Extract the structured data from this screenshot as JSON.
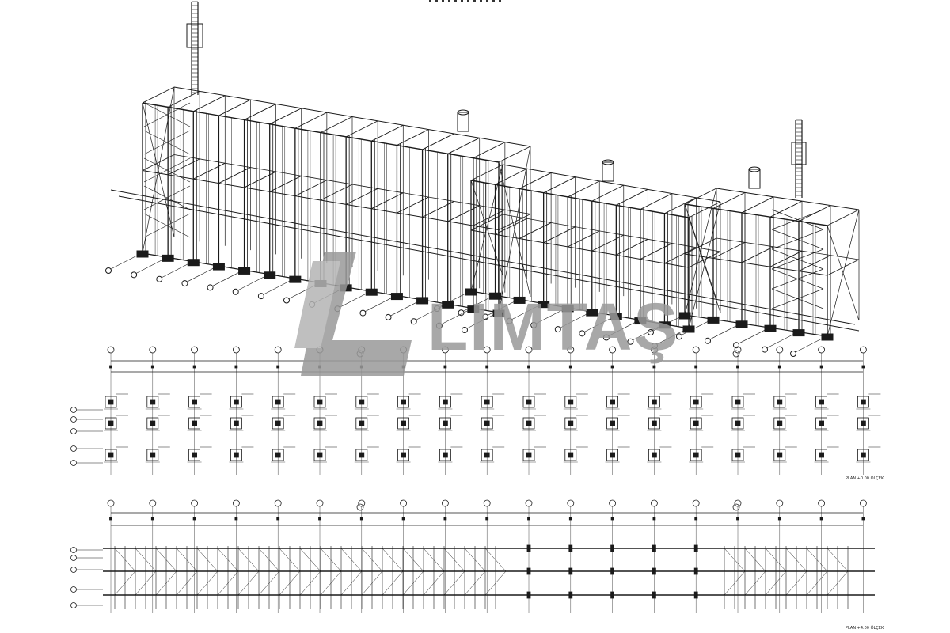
{
  "watermark": {
    "brand": "LIMTAŞ",
    "brand_color": "#9a9a9a"
  },
  "plans": [
    {
      "id": "foundation",
      "caption": "PLAN +0.00 ÖLÇEK"
    },
    {
      "id": "upper",
      "caption": "PLAN +4.00 ÖLÇEK"
    }
  ],
  "colors": {
    "line": "#1a1a1a",
    "background": "#ffffff",
    "watermark": "#9a9a9a"
  }
}
